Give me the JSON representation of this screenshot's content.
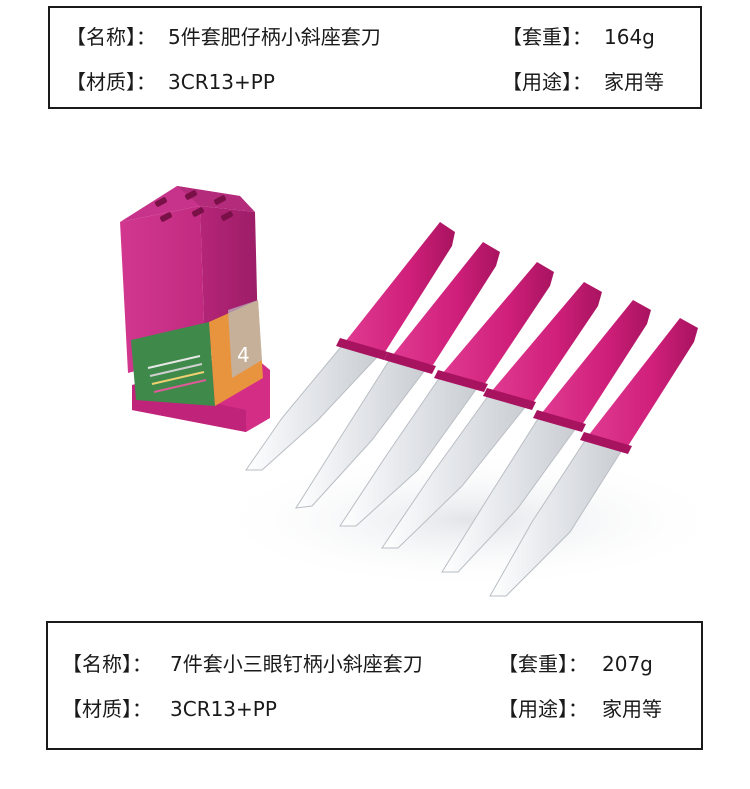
{
  "products": [
    {
      "name_label": "【名称】：",
      "name_value": "5件套肥仔柄小斜座套刀",
      "weight_label": "【套重】：",
      "weight_value": "164g",
      "material_label": "【材质】：",
      "material_value": "3CR13+PP",
      "usage_label": "【用途】：",
      "usage_value": "家用等"
    },
    {
      "name_label": "【名称】：",
      "name_value": "7件套小三眼钉柄小斜座套刀",
      "weight_label": "【套重】：",
      "weight_value": "207g",
      "material_label": "【材质】：",
      "material_value": "3CR13+PP",
      "usage_label": "【用途】：",
      "usage_value": "家用等"
    }
  ],
  "colors": {
    "handle": "#d6247f",
    "handle_dark": "#a81662",
    "block": "#d63a93",
    "blade": "#e9ecef",
    "frame": "#1a1a1a"
  }
}
